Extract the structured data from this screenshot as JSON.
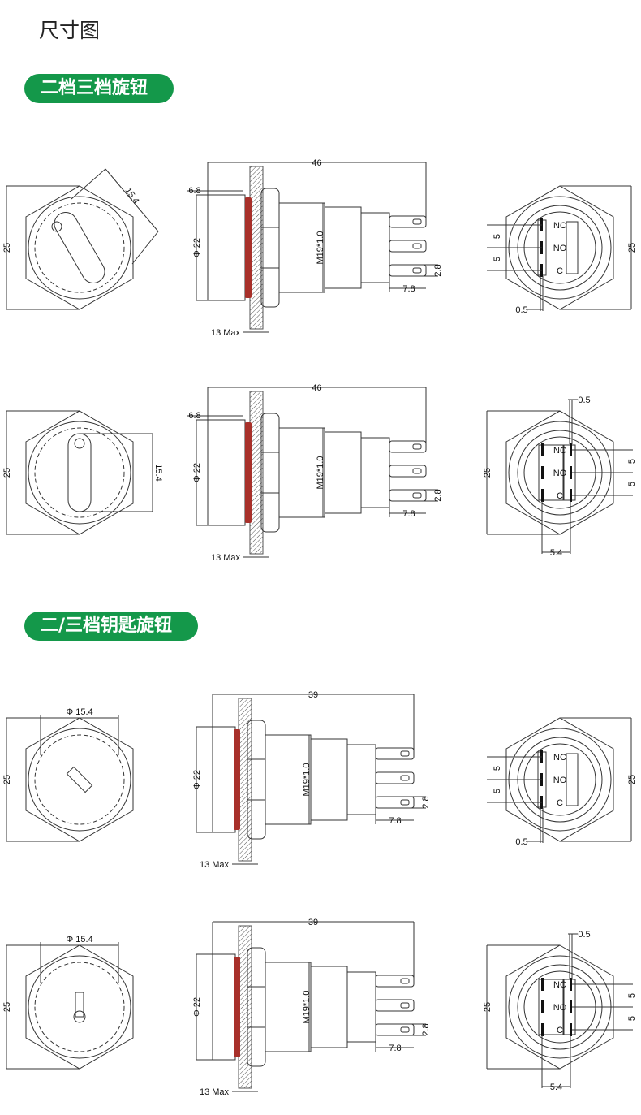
{
  "title": "尺寸图",
  "sections": [
    {
      "label": "二档三档旋钮"
    },
    {
      "label": "二/三档钥匙旋钮"
    }
  ],
  "rows": [
    {
      "front": {
        "height": "25",
        "dim": "15.4"
      },
      "side": {
        "length": "46",
        "bezel": "6.8",
        "dia": "Φ 22",
        "thread": "M19*1.0",
        "pin_gap": "2.8",
        "pin_len": "7.8",
        "panel": "13 Max"
      },
      "rear": {
        "height": "25",
        "pitch1": "5",
        "pitch2": "5",
        "offset": "0.5",
        "nc": "NC",
        "no": "NO",
        "c": "C"
      }
    },
    {
      "front": {
        "height": "25",
        "dim": "15.4"
      },
      "side": {
        "length": "46",
        "bezel": "6.8",
        "dia": "Φ 22",
        "thread": "M19*1.0",
        "pin_gap": "2.8",
        "pin_len": "7.8",
        "panel": "13 Max"
      },
      "rear": {
        "height": "25",
        "pitch1": "5",
        "pitch2": "5",
        "offset": "0.5",
        "spacing": "5.4",
        "nc": "NC",
        "no": "NO",
        "c": "C"
      }
    },
    {
      "front": {
        "height": "25",
        "dim": "Φ 15.4"
      },
      "side": {
        "length": "39",
        "dia": "Φ 22",
        "thread": "M19*1.0",
        "pin_gap": "2.8",
        "pin_len": "7.8",
        "panel": "13 Max"
      },
      "rear": {
        "height": "25",
        "pitch1": "5",
        "pitch2": "5",
        "offset": "0.5",
        "nc": "NC",
        "no": "NO",
        "c": "C"
      }
    },
    {
      "front": {
        "height": "25",
        "dim": "Φ 15.4"
      },
      "side": {
        "length": "39",
        "dia": "Φ 22",
        "thread": "M19*1.0",
        "pin_gap": "2.8",
        "pin_len": "7.8",
        "panel": "13 Max"
      },
      "rear": {
        "height": "25",
        "pitch1": "5",
        "pitch2": "5",
        "offset": "0.5",
        "spacing": "5.4",
        "nc": "NC",
        "no": "NO",
        "c": "C"
      }
    }
  ],
  "colors": {
    "accent": "#14984a",
    "ring": "#a8302a"
  }
}
